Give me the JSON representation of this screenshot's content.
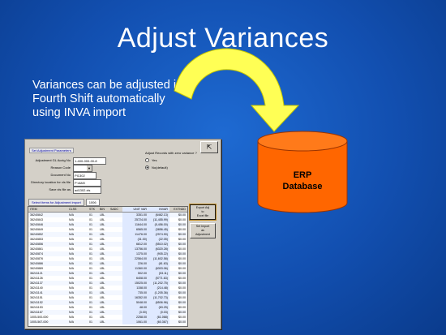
{
  "slide": {
    "title": "Adjust Variances",
    "description": "Variances can be adjusted in Fourth Shift automatically using INVA import",
    "db_label_line1": "ERP",
    "db_label_line2": "Database",
    "colors": {
      "background": "#124fb0",
      "arrow": "#ffff55",
      "cylinder": "#ff6600"
    }
  },
  "app": {
    "corner_button": "⇱",
    "group_title": "Set Adjustment Parameters",
    "fields": [
      {
        "label": "Adjustment GL Acctg No",
        "value": "1-400-000-00-8"
      },
      {
        "label": "Reason Code",
        "value": ""
      },
      {
        "label": "Document No",
        "value": "PI1302"
      },
      {
        "label": "Directory location for xls file",
        "value": "P:\\AM\\\\"
      },
      {
        "label": "Save xls file as",
        "value": "ad1302.xls"
      }
    ],
    "radio": {
      "question": "Adjust Records with zero variance ?",
      "options": [
        {
          "label": "Yes",
          "on": false
        },
        {
          "label": "No(default)",
          "on": true
        }
      ]
    },
    "tabs": [
      "Select items for Adjustment import",
      "1006"
    ],
    "columns": [
      "ITEM",
      "CLSS",
      "STK",
      "BIN",
      "SADC",
      "UNIT VAR",
      "INVAR",
      "EXTNDD"
    ],
    "rows": [
      [
        "36240842",
        "N/A",
        "01",
        "LBL",
        "",
        "3351.00",
        "(6462.13)",
        "$0.00"
      ],
      [
        "36240843",
        "N/A",
        "01",
        "LBL",
        "",
        "25724.00",
        "(11,455.99)",
        "$0.00"
      ],
      [
        "36240846",
        "N/A",
        "01",
        "LBL",
        "",
        "11644.00",
        "(5,456.00)",
        "$0.00"
      ],
      [
        "36240849",
        "N/A",
        "01",
        "LBL",
        "",
        "6565.00",
        "(3856.45)",
        "$0.00"
      ],
      [
        "36240852",
        "N/A",
        "01",
        "LBL",
        "",
        "11476.00",
        "(2974.90)",
        "$0.00"
      ],
      [
        "36240853",
        "N/A",
        "01",
        "LBL",
        "",
        "(31.00)",
        "(22.05)",
        "$0.00"
      ],
      [
        "36240856",
        "N/A",
        "01",
        "LBL",
        "",
        "6812.00",
        "(5510.02)",
        "$0.00"
      ],
      [
        "36240861",
        "N/A",
        "01",
        "LBL",
        "",
        "13756.00",
        "(6320.28)",
        "$0.00"
      ],
      [
        "36240874",
        "N/A",
        "01",
        "LBL",
        "",
        "1375.00",
        "(905.22)",
        "$0.00"
      ],
      [
        "36240876",
        "N/A",
        "01",
        "LBL",
        "",
        "22564.00",
        "(11,602.58)",
        "$0.00"
      ],
      [
        "36240886",
        "N/A",
        "01",
        "LBL",
        "",
        "226.00",
        "(61.63)",
        "$0.00"
      ],
      [
        "36240889",
        "N/A",
        "01",
        "LBL",
        "",
        "11360.00",
        "(6303.06)",
        "$0.00"
      ],
      [
        "36241121",
        "N/A",
        "01",
        "LBL",
        "",
        "502.00",
        "(53.11)",
        "$0.00"
      ],
      [
        "36241126",
        "N/A",
        "01",
        "LBL",
        "",
        "6408.00",
        "(5771.63)",
        "$0.00"
      ],
      [
        "36241137",
        "N/A",
        "01",
        "LBL",
        "",
        "15025.00",
        "(11,202.75)",
        "$0.00"
      ],
      [
        "36241140",
        "N/A",
        "01",
        "LBL",
        "",
        "1158.00",
        "(214.48)",
        "$0.00"
      ],
      [
        "36241141",
        "N/A",
        "01",
        "LBL",
        "",
        "735.00",
        "(1,205.36)",
        "$0.00"
      ],
      [
        "36241151",
        "N/A",
        "01",
        "LBL",
        "",
        "16352.00",
        "(11,702.73)",
        "$0.00"
      ],
      [
        "36241152",
        "N/A",
        "01",
        "LBL",
        "",
        "5048.00",
        "(6506.96)",
        "$0.00"
      ],
      [
        "36241153",
        "N/A",
        "01",
        "LBL",
        "",
        "48.00",
        "(63.25)",
        "$0.00"
      ],
      [
        "36241167",
        "N/A",
        "01",
        "LBL",
        "",
        "(3.00)",
        "(0.03)",
        "$0.00"
      ],
      [
        "1005-500-000",
        "N/A",
        "01",
        "LBL",
        "",
        "2258.00",
        "(61.068)",
        "$0.00"
      ],
      [
        "1005-567-000",
        "N/A",
        "01",
        "LBL",
        "",
        "1061.00",
        "(60.367)",
        "$0.00"
      ]
    ],
    "side_buttons": [
      {
        "label_lines": [
          "Export Adj",
          "to",
          "Excel file"
        ],
        "active": true
      },
      {
        "label_lines": [
          "Set Import",
          "as",
          "Adjustment"
        ],
        "active": false
      }
    ]
  }
}
